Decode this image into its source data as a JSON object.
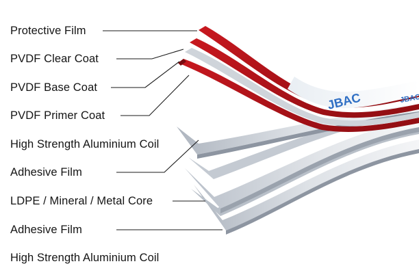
{
  "diagram": {
    "labels": [
      "Protective Film",
      "PVDF Clear Coat",
      "PVDF Base Coat",
      "PVDF Primer Coat",
      "High Strength Aluminium Coil",
      "Adhesive Film",
      "LDPE / Mineral / Metal Core",
      "Adhesive Film",
      "High Strength Aluminium Coil"
    ],
    "film_print": "JBAC",
    "colors": {
      "red_coat": "#b4141b",
      "red_dark": "#7a0a0f",
      "silver_sheet": "#c7cdd6",
      "silver_dark": "#8d95a1",
      "leader_line": "#1a1a1a",
      "film_blue": "#2f6fc4"
    }
  }
}
